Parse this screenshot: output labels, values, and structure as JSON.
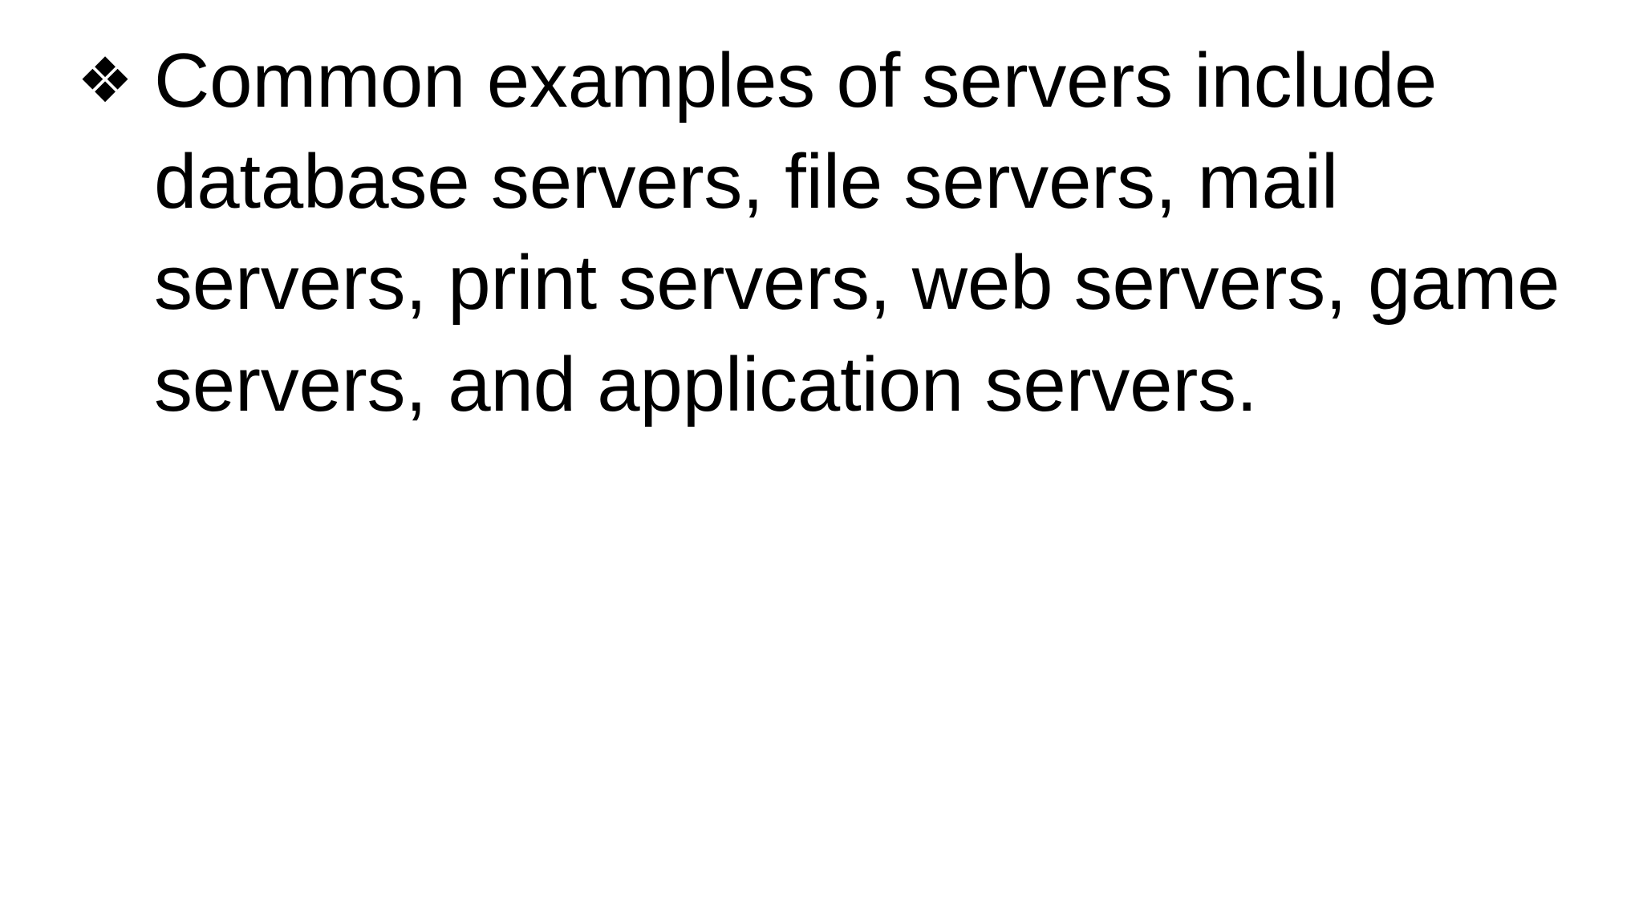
{
  "slide": {
    "background_color": "#ffffff",
    "text_color": "#000000",
    "body": {
      "bullet_glyph": "❖",
      "bullet_icon_name": "diamond-bullet-icon",
      "paragraph": "Common examples of servers include database servers, file servers, mail servers, print servers, web servers, game servers, and application servers.",
      "rendered_lines": [
        "Common examples of servers",
        "include database servers, file",
        "servers, mail servers, print",
        "servers, web servers, game",
        "servers, and application",
        "servers."
      ]
    }
  }
}
